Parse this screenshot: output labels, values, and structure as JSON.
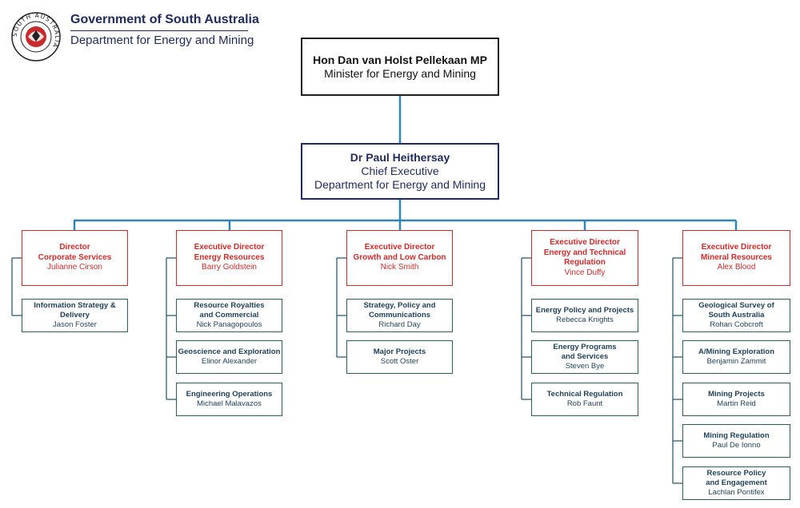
{
  "header": {
    "government": "Government of South Australia",
    "department": "Department for Energy and Mining",
    "crest_text": "SOUTH AUSTRALIA"
  },
  "minister": {
    "name": "Hon Dan van Holst Pellekaan MP",
    "title": "Minister for Energy and Mining"
  },
  "chief_executive": {
    "name": "Dr Paul Heithersay",
    "title": "Chief Executive",
    "department": "Department for Energy and Mining"
  },
  "directors": [
    {
      "title": [
        "Director",
        "Corporate Services"
      ],
      "person": "Julianne Cirson",
      "units": [
        {
          "title": [
            "Information Strategy &",
            "Delivery"
          ],
          "person": "Jason Foster"
        }
      ]
    },
    {
      "title": [
        "Executive Director",
        "Energy Resources"
      ],
      "person": "Barry Goldstein",
      "units": [
        {
          "title": [
            "Resource Royalties",
            "and Commercial"
          ],
          "person": "Nick Panagopoulos"
        },
        {
          "title": [
            "Geoscience and Exploration"
          ],
          "person": "Elinor Alexander"
        },
        {
          "title": [
            "Engineering Operations"
          ],
          "person": "Michael Malavazos"
        }
      ]
    },
    {
      "title": [
        "Executive Director",
        "Growth and Low Carbon"
      ],
      "person": "Nick Smith",
      "units": [
        {
          "title": [
            "Strategy, Policy and",
            "Communications"
          ],
          "person": "Richard Day"
        },
        {
          "title": [
            "Major Projects"
          ],
          "person": "Scott Oster"
        }
      ]
    },
    {
      "title": [
        "Executive Director",
        "Energy and Technical",
        "Regulation"
      ],
      "person": "Vince Duffy",
      "units": [
        {
          "title": [
            "Energy Policy and Projects"
          ],
          "person": "Rebecca Knights"
        },
        {
          "title": [
            "Energy Programs",
            "and Services"
          ],
          "person": "Steven Bye"
        },
        {
          "title": [
            "Technical Regulation"
          ],
          "person": "Rob Faunt"
        }
      ]
    },
    {
      "title": [
        "Executive Director",
        "Mineral Resources"
      ],
      "person": "Alex Blood",
      "units": [
        {
          "title": [
            "Geological Survey of",
            "South Australia"
          ],
          "person": "Rohan Cobcroft"
        },
        {
          "title": [
            "A/Mining Exploration"
          ],
          "person": "Benjamin Zammit"
        },
        {
          "title": [
            "Mining Projects"
          ],
          "person": "Martin Reid"
        },
        {
          "title": [
            "Mining Regulation"
          ],
          "person": "Paul De Ionno"
        },
        {
          "title": [
            "Resource Policy",
            "and Engagement"
          ],
          "person": "Lachlan Pontifex"
        }
      ]
    }
  ],
  "colors": {
    "connector": "#2e86b5",
    "director_border": "#d42a2a",
    "unit_border": "#2a5f5a",
    "navy": "#1f2a5c"
  }
}
